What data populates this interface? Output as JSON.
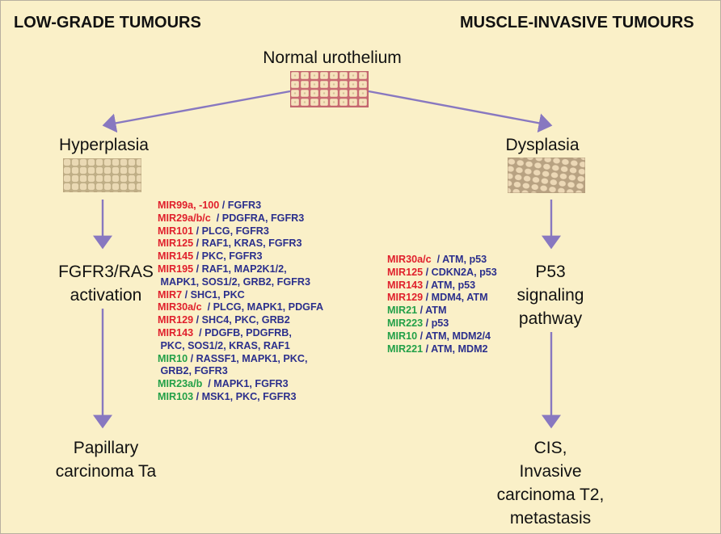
{
  "headers": {
    "left": "LOW-GRADE TUMOURS",
    "right": "MUSCLE-INVASIVE TUMOURS"
  },
  "nodes": {
    "normal": "Normal urothelium",
    "hyperplasia": "Hyperplasia",
    "dysplasia": "Dysplasia",
    "fgfr3_ras": [
      "FGFR3/RAS",
      "activation"
    ],
    "papillary": [
      "Papillary",
      "carcinoma Ta"
    ],
    "p53": [
      "P53",
      "signaling",
      "pathway"
    ],
    "cis": [
      "CIS,",
      "Invasive",
      "carcinoma T2,",
      "metastasis"
    ]
  },
  "colors": {
    "background": "#faf0c8",
    "arrow": "#8878c0",
    "mir_red": "#e0202c",
    "mir_green": "#22a048",
    "target": "#2b2f8c"
  },
  "low_grade_mirs": [
    {
      "mir": "MIR99a, -100",
      "color": "red",
      "targets": " / FGFR3"
    },
    {
      "mir": "MIR29a/b/c",
      "color": "red",
      "targets": "  / PDGFRA, FGFR3"
    },
    {
      "mir": "MIR101",
      "color": "red",
      "targets": " / PLCG, FGFR3"
    },
    {
      "mir": "MIR125",
      "color": "red",
      "targets": " / RAF1, KRAS, FGFR3"
    },
    {
      "mir": "MIR145",
      "color": "red",
      "targets": " / PKC, FGFR3"
    },
    {
      "mir": "MIR195",
      "color": "red",
      "targets": " / RAF1, MAP2K1/2,"
    },
    {
      "mir": "",
      "color": "red",
      "targets": " MAPK1, SOS1/2, GRB2, FGFR3"
    },
    {
      "mir": "MIR7",
      "color": "red",
      "targets": " / SHC1, PKC"
    },
    {
      "mir": "MIR30a/c",
      "color": "red",
      "targets": "  / PLCG, MAPK1, PDGFA"
    },
    {
      "mir": "MIR129",
      "color": "red",
      "targets": " / SHC4, PKC, GRB2"
    },
    {
      "mir": "MIR143",
      "color": "red",
      "targets": "  / PDGFB, PDGFRB,"
    },
    {
      "mir": "",
      "color": "red",
      "targets": " PKC, SOS1/2, KRAS, RAF1"
    },
    {
      "mir": "MIR10",
      "color": "green",
      "targets": " / RASSF1, MAPK1, PKC,"
    },
    {
      "mir": "",
      "color": "green",
      "targets": " GRB2, FGFR3"
    },
    {
      "mir": "MIR23a/b",
      "color": "green",
      "targets": "  / MAPK1, FGFR3"
    },
    {
      "mir": "MIR103",
      "color": "green",
      "targets": " / MSK1, PKC, FGFR3"
    }
  ],
  "invasive_mirs": [
    {
      "mir": "MIR30a/c",
      "color": "red",
      "targets": "  / ATM, p53"
    },
    {
      "mir": "MIR125",
      "color": "red",
      "targets": " / CDKN2A, p53"
    },
    {
      "mir": "MIR143",
      "color": "red",
      "targets": " / ATM, p53"
    },
    {
      "mir": "MIR129",
      "color": "red",
      "targets": " / MDM4, ATM"
    },
    {
      "mir": "MIR21",
      "color": "green",
      "targets": " / ATM"
    },
    {
      "mir": "MIR223",
      "color": "green",
      "targets": " / p53"
    },
    {
      "mir": "MIR10",
      "color": "green",
      "targets": " / ATM, MDM2/4"
    },
    {
      "mir": "MIR221",
      "color": "green",
      "targets": " / ATM, MDM2"
    }
  ]
}
